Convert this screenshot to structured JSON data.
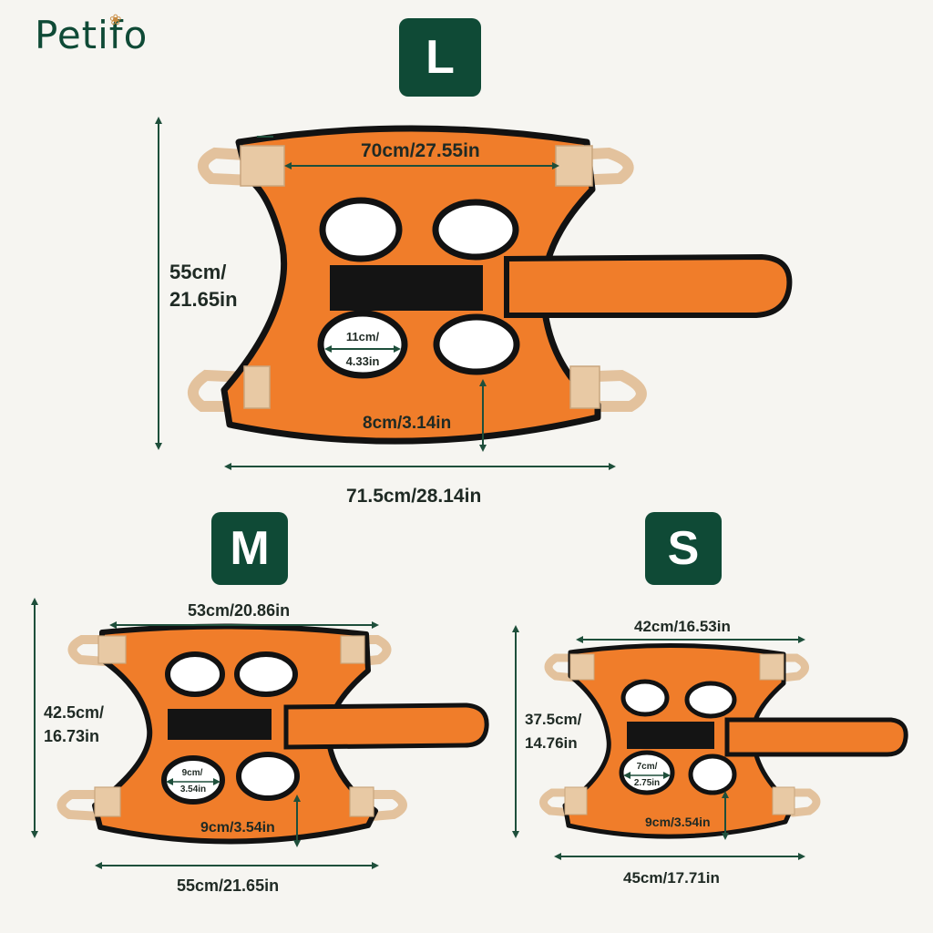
{
  "brand": {
    "name": "Petifo",
    "icon": "paw-icon",
    "color": "#0f4a36"
  },
  "colors": {
    "harness": "#f07d2a",
    "edge": "#121212",
    "strap": "#e8c9a4",
    "badge": "#0f4a36",
    "arrow": "#1e4f3b"
  },
  "sizes": {
    "L": {
      "label": "L",
      "top_width": "70cm/27.55in",
      "height_line1": "55cm/",
      "height_line2": "21.65in",
      "hole_line1": "11cm/",
      "hole_line2": "4.33in",
      "gap": "8cm/3.14in",
      "bottom_width": "71.5cm/28.14in"
    },
    "M": {
      "label": "M",
      "top_width": "53cm/20.86in",
      "height_line1": "42.5cm/",
      "height_line2": "16.73in",
      "hole_line1": "9cm/",
      "hole_line2": "3.54in",
      "gap": "9cm/3.54in",
      "bottom_width": "55cm/21.65in"
    },
    "S": {
      "label": "S",
      "top_width": "42cm/16.53in",
      "height_line1": "37.5cm/",
      "height_line2": "14.76in",
      "hole_line1": "7cm/",
      "hole_line2": "2.75in",
      "gap": "9cm/3.54in",
      "bottom_width": "45cm/17.71in"
    }
  }
}
